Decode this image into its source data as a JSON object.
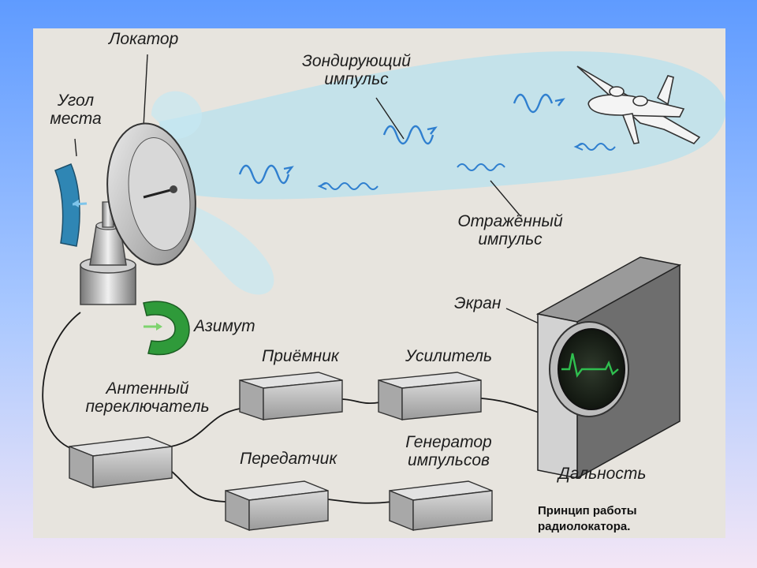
{
  "labels": {
    "locator": "Локатор",
    "elevation_line1": "Угол",
    "elevation_line2": "места",
    "probe_line1": "Зондирующий",
    "probe_line2": "импульс",
    "reflected_line1": "Отражённый",
    "reflected_line2": "импульс",
    "azimuth": "Азимут",
    "screen": "Экран",
    "receiver": "Приёмник",
    "amplifier": "Усилитель",
    "antenna_switch_line1": "Антенный",
    "antenna_switch_line2": "переключатель",
    "transmitter": "Передатчик",
    "generator_line1": "Генератор",
    "generator_line2": "импульсов",
    "range": "Дальность"
  },
  "caption": {
    "line1": "Принцип работы",
    "line2": "радиолокатора."
  },
  "colors": {
    "beam": "#b8e2ee",
    "wave": "#2f7fcf",
    "elevation_scale": "#2f86b4",
    "azimuth_scale": "#2f9a3a",
    "scope_trace": "#2fbf4f",
    "box": "#bdbdbd"
  }
}
